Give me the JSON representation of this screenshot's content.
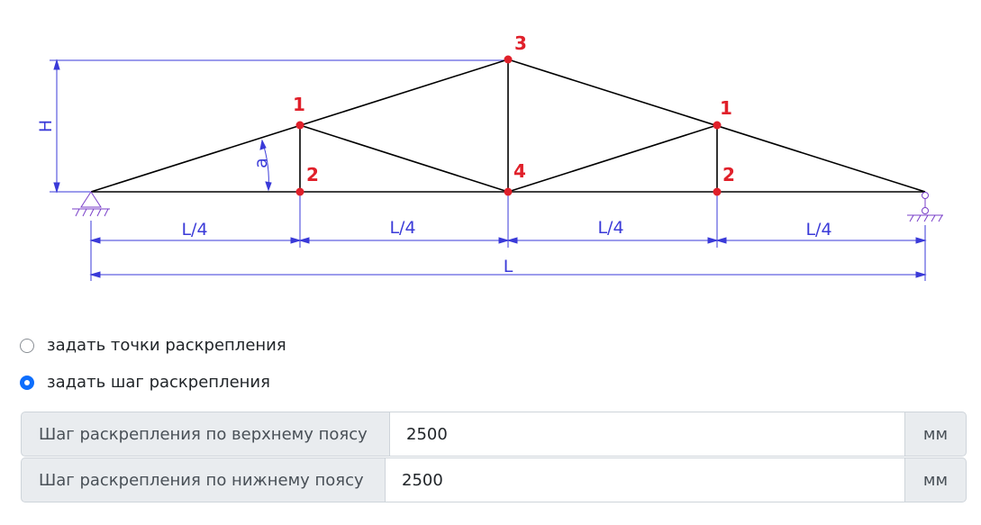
{
  "diagram": {
    "nodes": {
      "top_chord_left": "1",
      "bottom_chord_left": "2",
      "apex": "3",
      "bottom_center": "4",
      "top_chord_right": "1",
      "bottom_chord_right": "2"
    },
    "dimensions": {
      "height": "H",
      "angle": "a",
      "quarter_1": "L/4",
      "quarter_2": "L/4",
      "quarter_3": "L/4",
      "quarter_4": "L/4",
      "span": "L"
    },
    "colors": {
      "members": "#000000",
      "nodes": "#e0202a",
      "node_labels": "#e0202a",
      "dimensions": "#3a3ad8",
      "supports": "#7a3fc9"
    }
  },
  "bracing_mode": {
    "options": [
      {
        "label": "задать точки раскрепления",
        "checked": false
      },
      {
        "label": "задать шаг раскрепления",
        "checked": true
      }
    ]
  },
  "fields": {
    "top_chord": {
      "label": "Шаг раскрепления по верхнему поясу",
      "value": "2500",
      "unit": "мм"
    },
    "bottom_chord": {
      "label": "Шаг раскрепления по нижнему поясу",
      "value": "2500",
      "unit": "мм"
    }
  }
}
